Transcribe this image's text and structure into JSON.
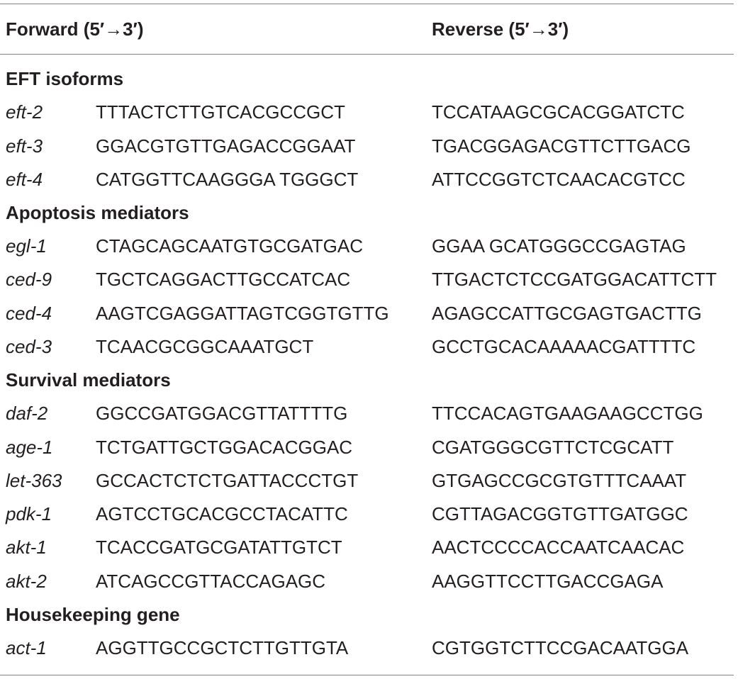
{
  "header": {
    "forward": "Forward (5′→3′)",
    "reverse": "Reverse (5′→3′)"
  },
  "rows": [
    {
      "type": "section",
      "label": "EFT isoforms"
    },
    {
      "type": "gene",
      "gene": "eft-2",
      "forward": "TTTACTCTTGTCACGCCGCT",
      "reverse": "TCCATAAGCGCACGGATCTC"
    },
    {
      "type": "gene",
      "gene": "eft-3",
      "forward": "GGACGTGTTGAGACCGGAAT",
      "reverse": "TGACGGAGACGTTCTTGACG"
    },
    {
      "type": "gene",
      "gene": "eft-4",
      "forward": "CATGGTTCAAGGGA TGGGCT",
      "reverse": "ATTCCGGTCTCAACACGTCC"
    },
    {
      "type": "section",
      "label": "Apoptosis mediators"
    },
    {
      "type": "gene",
      "gene": "egl-1",
      "forward": "CTAGCAGCAATGTGCGATGAC",
      "reverse": "GGAA GCATGGGCCGAGTAG"
    },
    {
      "type": "gene",
      "gene": "ced-9",
      "forward": "TGCTCAGGACTTGCCATCAC",
      "reverse": "TTGACTCTCCGATGGACATTCTT"
    },
    {
      "type": "gene",
      "gene": "ced-4",
      "forward": "AAGTCGAGGATTAGTCGGTGTTG",
      "reverse": "AGAGCCATTGCGAGTGACTTG"
    },
    {
      "type": "gene",
      "gene": "ced-3",
      "forward": "TCAACGCGGCAAATGCT",
      "reverse": "GCCTGCACAAAAACGATTTTC"
    },
    {
      "type": "section",
      "label": "Survival mediators"
    },
    {
      "type": "gene",
      "gene": "daf-2",
      "forward": "GGCCGATGGACGTTATTTTG",
      "reverse": "TTCCACAGTGAAGAAGCCTGG"
    },
    {
      "type": "gene",
      "gene": "age-1",
      "forward": "TCTGATTGCTGGACACGGAC",
      "reverse": "CGATGGGCGTTCTCGCATT"
    },
    {
      "type": "gene",
      "gene": "let-363",
      "forward": "GCCACTCTCTGATTACCCTGT",
      "reverse": "GTGAGCCGCGTGTTTCAAAT"
    },
    {
      "type": "gene",
      "gene": "pdk-1",
      "forward": "AGTCCTGCACGCCTACATTC",
      "reverse": "CGTTAGACGGTGTTGATGGC"
    },
    {
      "type": "gene",
      "gene": "akt-1",
      "forward": "TCACCGATGCGATATTGTCT",
      "reverse": "AACTCCCCACCAATCAACAC"
    },
    {
      "type": "gene",
      "gene": "akt-2",
      "forward": "ATCAGCCGTTACCAGAGC",
      "reverse": "AAGGTTCCTTGACCGAGA"
    },
    {
      "type": "section",
      "label": "Housekeeping gene"
    },
    {
      "type": "gene",
      "gene": "act-1",
      "forward": "AGGTTGCCGCTCTTGTTGTA",
      "reverse": "CGTGGTCTTCCGACAATGGA"
    }
  ]
}
